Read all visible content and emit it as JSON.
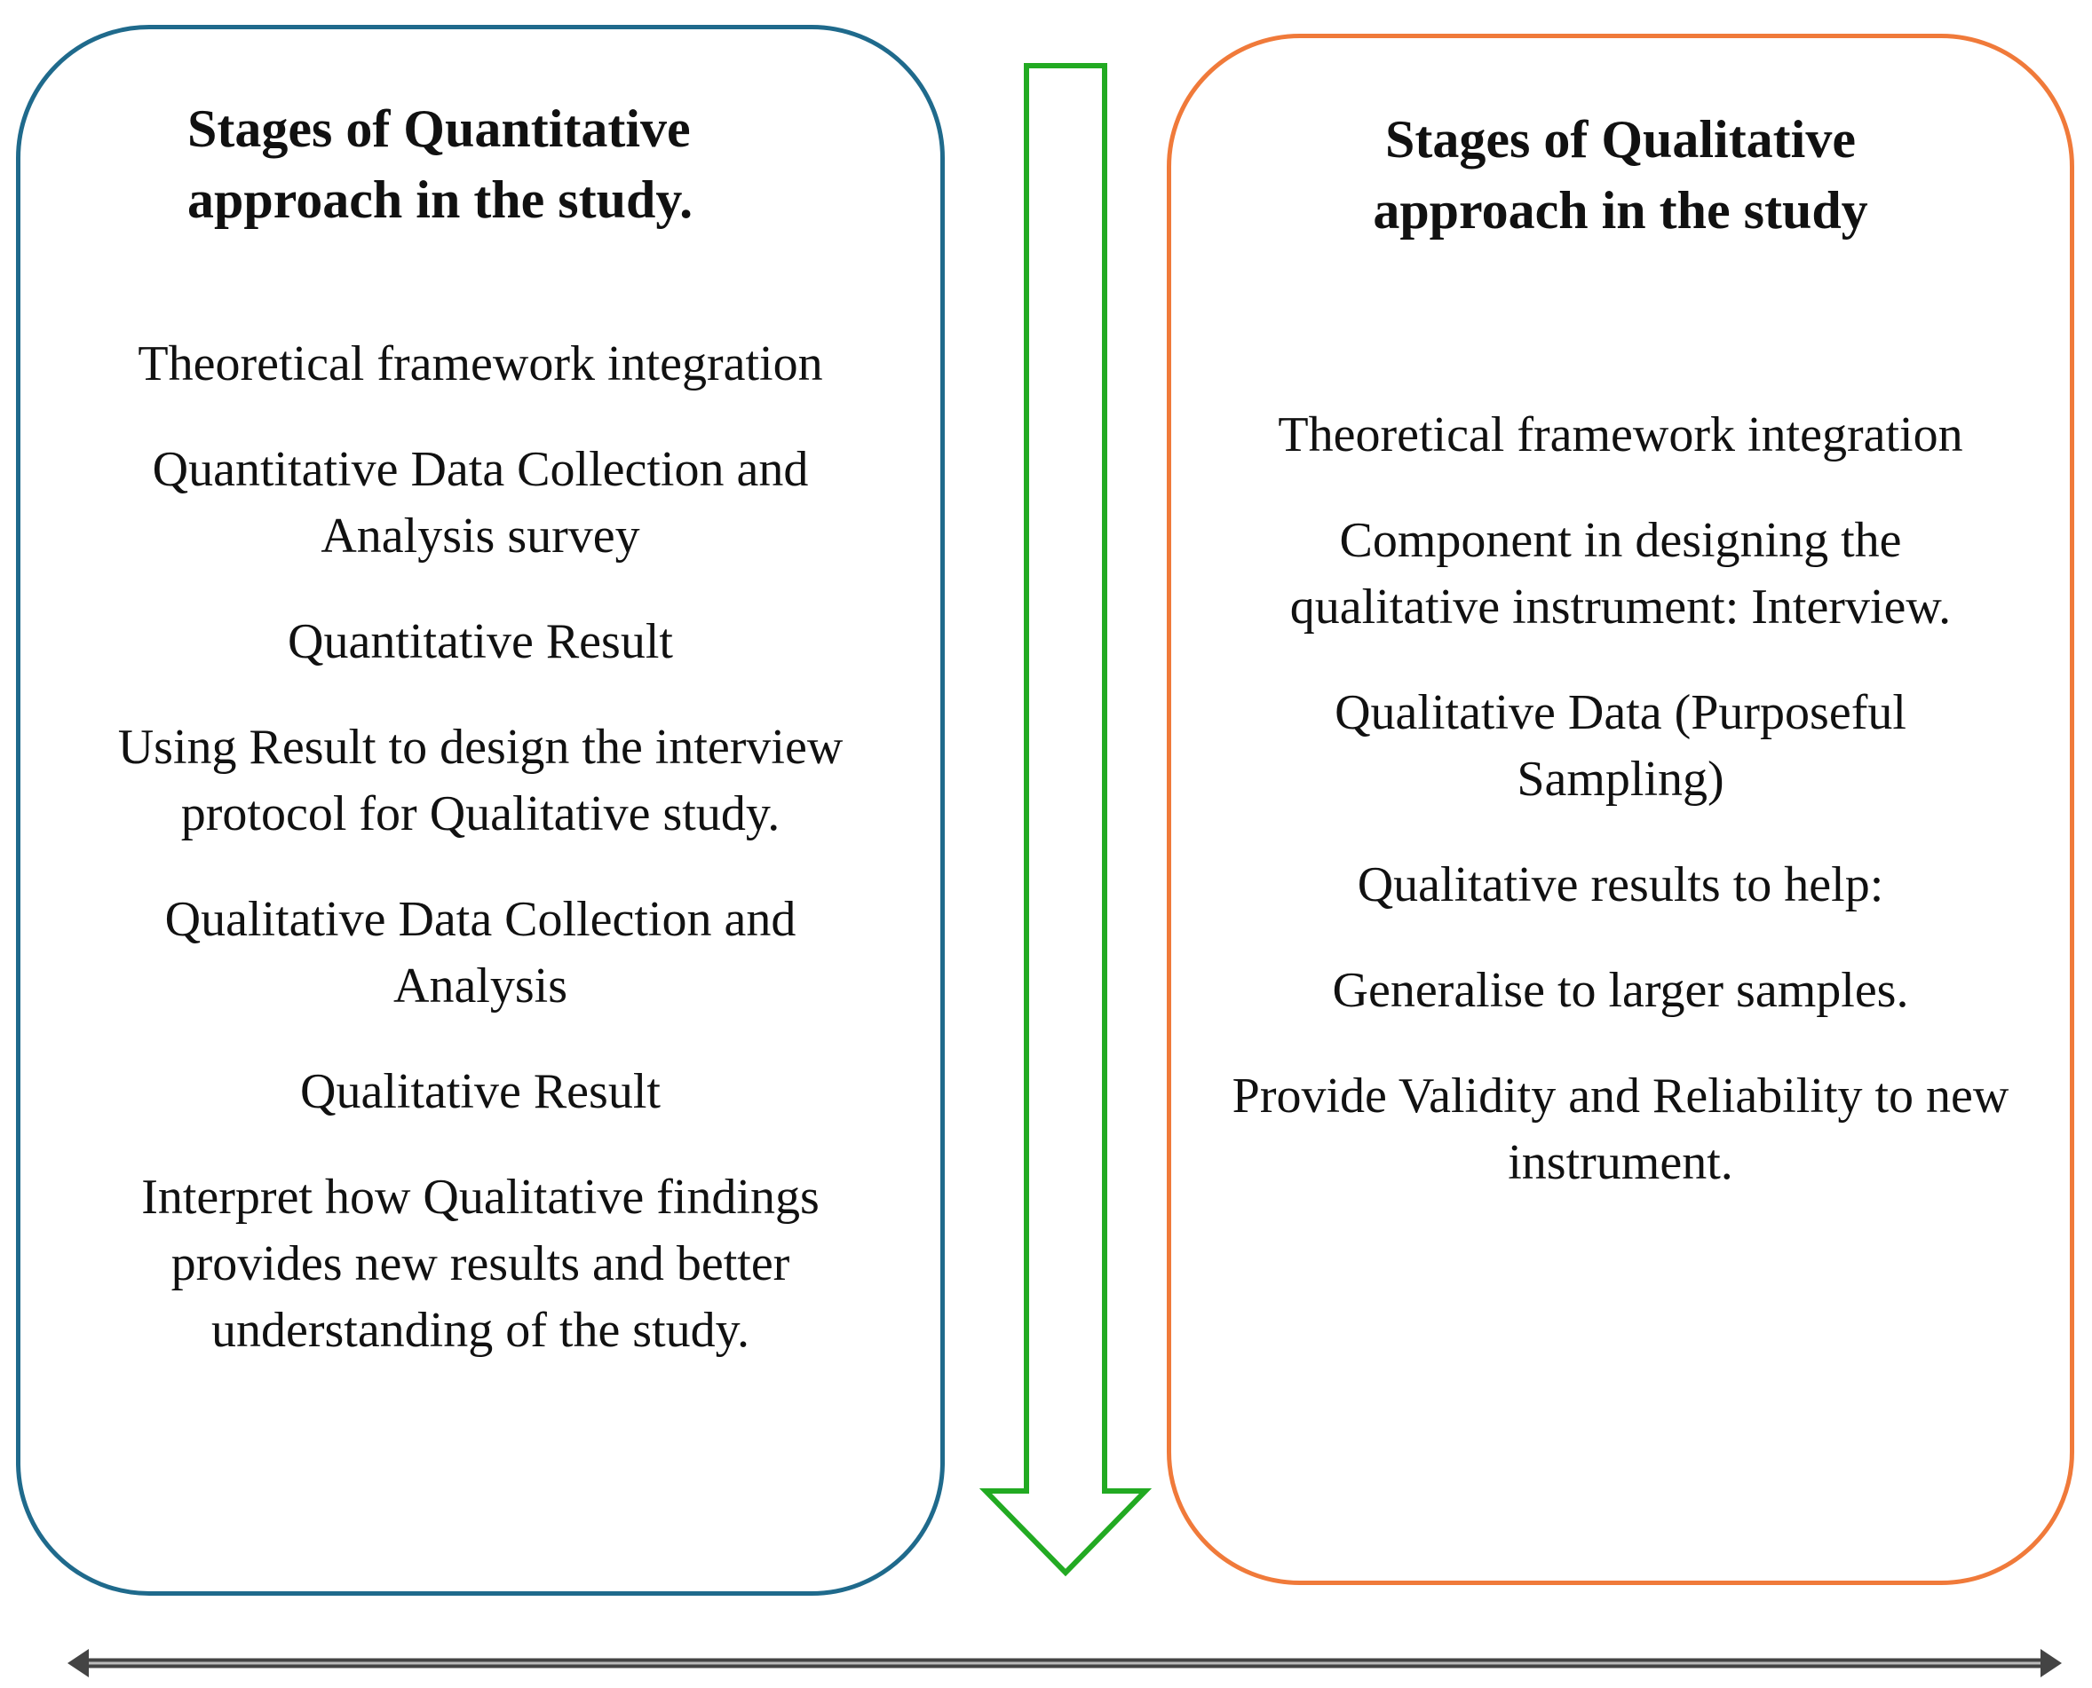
{
  "quantitative": {
    "title_line1": "Stages of Quantitative",
    "title_line2": "approach in the study.",
    "items": [
      "Theoretical framework integration",
      "Quantitative Data Collection and Analysis survey",
      "Quantitative Result",
      "Using Result to design the interview protocol for Qualitative study.",
      "Qualitative Data Collection and Analysis",
      "Qualitative Result",
      "Interpret how Qualitative findings provides new results and better understanding of the study."
    ],
    "border_color": "#1f6a8c"
  },
  "qualitative": {
    "title_line1": "Stages of Qualitative",
    "title_line2": "approach in the study",
    "items": [
      "Theoretical framework integration",
      "Component in designing the qualitative instrument: Interview.",
      "Qualitative Data (Purposeful Sampling)",
      "Qualitative results to help:",
      "Generalise to larger samples.",
      "Provide Validity and Reliability to new instrument."
    ],
    "border_color": "#f07a3a"
  },
  "connectors": {
    "down_arrow_color": "#22aa22",
    "double_arrow_color": "#444444"
  }
}
